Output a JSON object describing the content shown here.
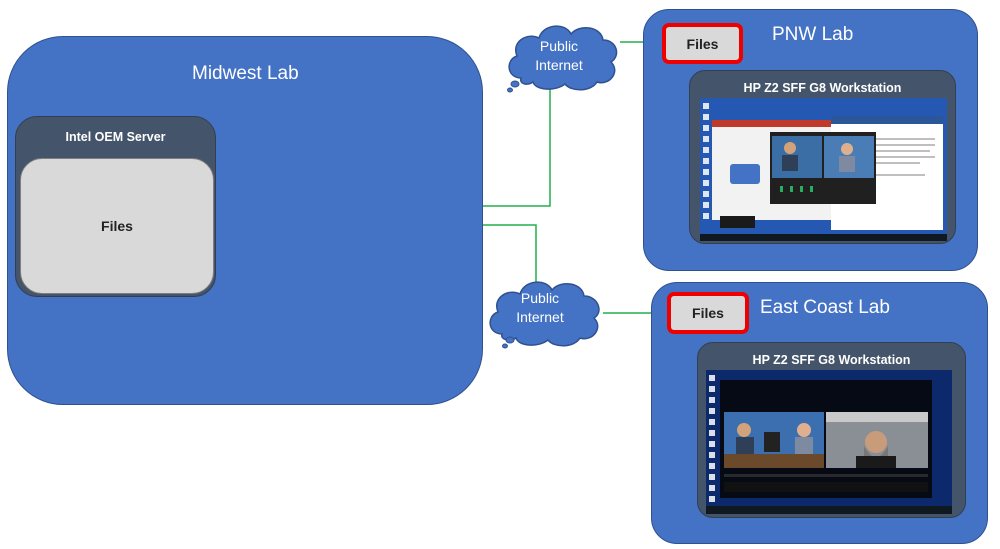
{
  "colors": {
    "lab_fill": "#4472c4",
    "panel_fill": "#44546a",
    "files_fill": "#d9d9d9",
    "files_highlight": "#ee0000",
    "link_line": "#22b14c"
  },
  "midwest": {
    "title": "Midwest Lab",
    "server_title": "Intel OEM Server",
    "files_label": "Files"
  },
  "pnw": {
    "title": "PNW Lab",
    "workstation_title": "HP Z2 SFF G8 Workstation",
    "files_label": "Files"
  },
  "east": {
    "title": "East Coast Lab",
    "workstation_title": "HP Z2 SFF G8 Workstation",
    "files_label": "Files"
  },
  "clouds": {
    "upper": {
      "line1": "Public",
      "line2": "Internet",
      "icon": "cloud-icon"
    },
    "lower": {
      "line1": "Public",
      "line2": "Internet",
      "icon": "cloud-icon"
    }
  }
}
